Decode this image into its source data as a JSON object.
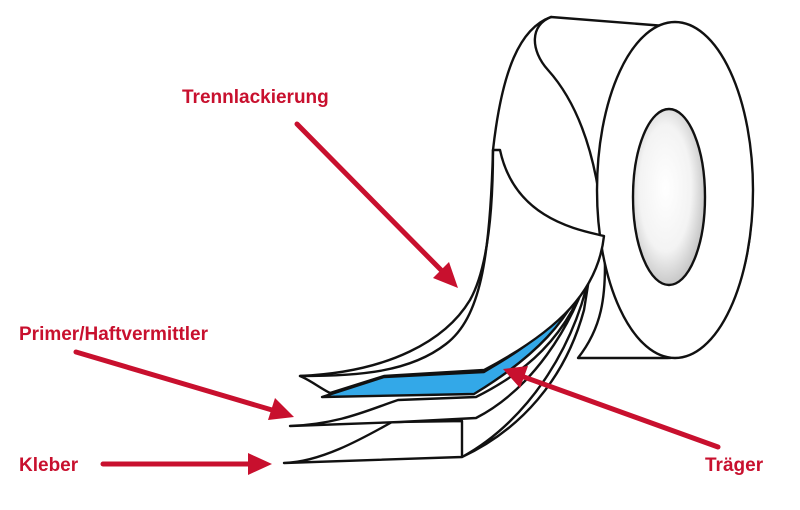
{
  "labels": {
    "release_coating": "Trennlackierung",
    "primer": "Primer/Haftvermittler",
    "adhesive": "Kleber",
    "carrier": "Träger"
  },
  "colors": {
    "arrow": "#c8102e",
    "carrier_layer": "#33a8e8",
    "outline": "#111111",
    "core_gradient_light": "#ffffff",
    "core_gradient_dark": "#bdbdbd"
  },
  "icons": {
    "roll": "tape-roll-illustration",
    "arrows": "red-arrow"
  }
}
